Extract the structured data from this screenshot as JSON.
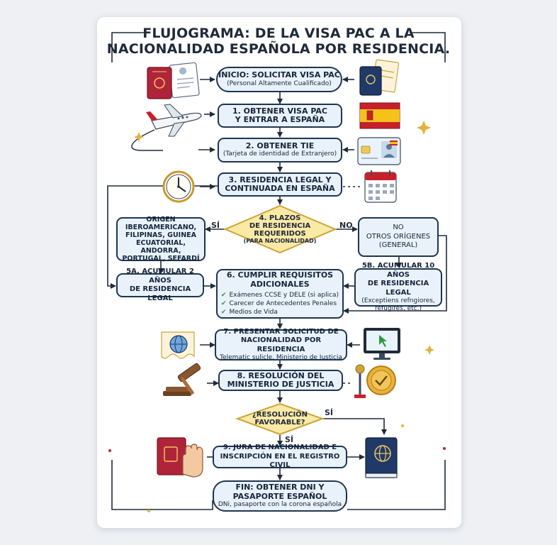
{
  "title": {
    "line1": "FLUJOGRAMA: DE LA VISA PAC A LA",
    "line2": "NACIONALIDAD ESPAÑOLA POR RESIDENCIA."
  },
  "steps": {
    "start": {
      "main": "INICIO: SOLICITAR VISA PAC",
      "sub": "(Personal Altamente Cualificado)"
    },
    "s1": {
      "main": "1. OBTENER VISA PAC\nY ENTRAR A ESPAÑA"
    },
    "s2": {
      "main": "2. OBTENER TIE",
      "sub": "(Tarjeta de identidad de Extranjero)"
    },
    "s3": {
      "main": "3. RESIDENCIA LEGAL Y\nCONTINUADA EN ESPAÑA"
    },
    "d4": {
      "main": "4. PLAZOS\nDE RESIDENCIA\nREQUERIDOS",
      "sub": "(PARA NACIONALIDAD)"
    },
    "yes_label": "SÍ",
    "no_label": "NO",
    "origin_left": {
      "main": "ORIGEN\nIBEROAMERICANO,\nFILIPINAS, GUINEA\nECUATORIAL, ANDORRA,\nPORTUGAL, SEFARDÍ"
    },
    "origin_right": {
      "main": "NO\nOTROS ORÍGENES\n(GENERAL)"
    },
    "s5a": {
      "main": "5A. ACUMULAR 2 AÑOS\nDE RESIDENCIA LEGAL"
    },
    "s5b": {
      "main": "5B. ACUMULAR 10 AÑOS\nDE RESIDENCIA LEGAL",
      "sub": "(Exceptiens refngiores,\nrefugires, etc.)"
    },
    "s6": {
      "main": "6. CUMPLIR REQUISITOS\nADICIONALES",
      "items": [
        "Exámenes CCSE y DELE (si aplica)",
        "Carecer de Antecedentes Penales",
        "Medios de Vida"
      ]
    },
    "s7": {
      "main": "7. PRESENTAR SOLICITUD DE\nNACIONALIDAD POR RESIDENCIA",
      "sub": "Telematic sulicle, Ministerio de Justicia"
    },
    "s8": {
      "main": "8. RESOLUCIÓN DEL\nMINISTERIO DE JUSTICIA"
    },
    "d_fav": {
      "main": "¿RESOLUCIÓN\nFAVORABLE?"
    },
    "fav_yes_right": "SÍ",
    "fav_yes_down": "SÍ",
    "s9": {
      "main": "9. JURA DE NACIONALIDAD E\nINSCRIPCIÓN EN EL REGISTRO CIVIL"
    },
    "end": {
      "main": "FIN: OBTENER DNI Y\nPASAPORTE ESPAÑOL",
      "sub": "DNi, pasaporte con la corona española"
    }
  },
  "icons": {
    "passport_doc": "passport-and-document-icon",
    "passport_folder": "passport-folder-icon",
    "airplane": "airplane-icon",
    "spain_flag": "spain-flag-icon",
    "id_card": "id-card-icon",
    "clock": "clock-icon",
    "calendar": "calendar-icon",
    "globe_doc": "globe-document-icon",
    "monitor": "computer-monitor-icon",
    "gavel": "gavel-icon",
    "seal": "wax-seal-icon",
    "hand_passport": "passport-with-hand-icon",
    "book": "book-with-globe-icon"
  },
  "colors": {
    "box_fill": "#e9f2fb",
    "box_border": "#1f3550",
    "diamond_fill": "#fbe9a6",
    "diamond_border": "#c9a636",
    "passport_red": "#b0243a",
    "passport_blue": "#1f3a68",
    "flag_red": "#c8202b",
    "flag_yellow": "#f4c21a",
    "check_green": "#2e9a3e",
    "seal_gold": "#d99a22"
  }
}
